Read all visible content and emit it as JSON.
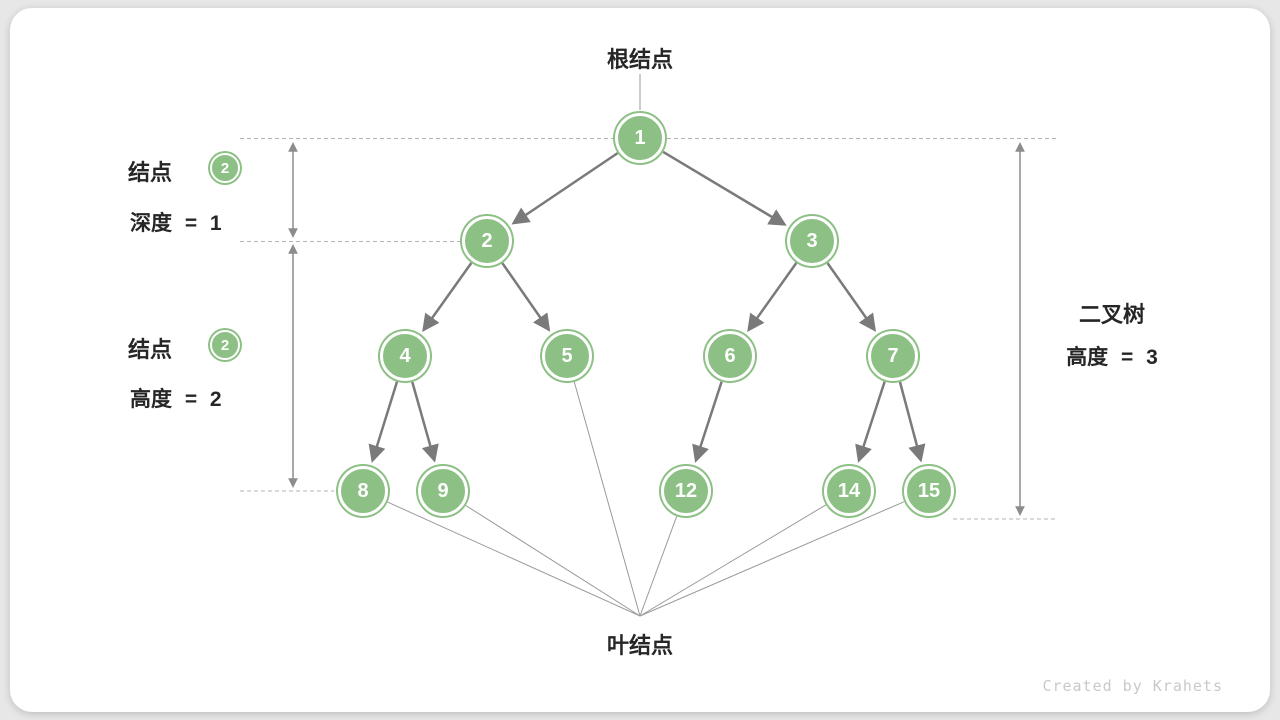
{
  "diagram": {
    "root_label": "根结点",
    "leaf_label": "叶结点",
    "watermark": "Created by Krahets",
    "annotations": {
      "depth": {
        "prefix": "结点",
        "badge": "2",
        "formula": "深度 = 1"
      },
      "height": {
        "prefix": "结点",
        "badge": "2",
        "formula": "高度 = 2"
      },
      "tree_height": {
        "line1": "二叉树",
        "formula": "高度 = 3"
      }
    },
    "colors": {
      "node_fill": "#8CC084",
      "edge": "#7a7a7a",
      "measure": "#8c8c8c",
      "dashed_guide": "#b3b3b3",
      "text": "#262626",
      "watermark": "#c9c9c9"
    },
    "tree": {
      "nodes": [
        "1",
        "2",
        "3",
        "4",
        "5",
        "6",
        "7",
        "8",
        "9",
        "12",
        "14",
        "15"
      ],
      "edges": [
        [
          "1",
          "2"
        ],
        [
          "1",
          "3"
        ],
        [
          "2",
          "4"
        ],
        [
          "2",
          "5"
        ],
        [
          "3",
          "6"
        ],
        [
          "3",
          "7"
        ],
        [
          "4",
          "8"
        ],
        [
          "4",
          "9"
        ],
        [
          "6",
          "12"
        ],
        [
          "7",
          "14"
        ],
        [
          "7",
          "15"
        ]
      ],
      "leaves": [
        "8",
        "9",
        "5",
        "12",
        "14",
        "15"
      ]
    }
  }
}
